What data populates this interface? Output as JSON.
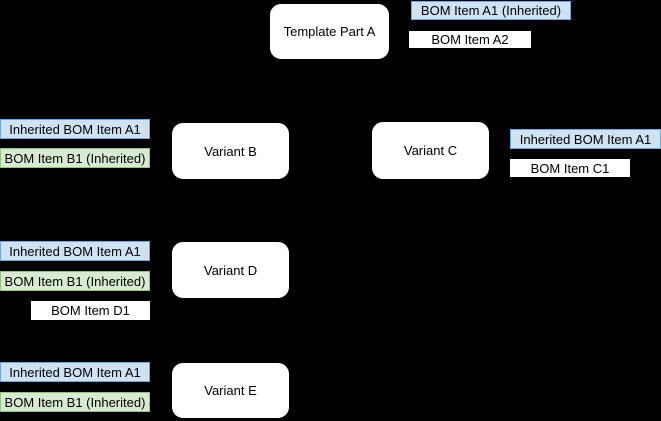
{
  "diagram": {
    "background_color": "#000000",
    "colors": {
      "node_fill": "#ffffff",
      "inherited_chip_fill": "#cfe2f3",
      "inherited_chip_border": "#6fa8dc",
      "local_inherited_chip_fill": "#d9ead3",
      "local_inherited_chip_border": "#93c47d",
      "plain_chip_fill": "#ffffff",
      "text": "#000000"
    },
    "nodes": {
      "template_a": "Template Part A",
      "variant_b": "Variant B",
      "variant_c": "Variant C",
      "variant_d": "Variant D",
      "variant_e": "Variant E"
    },
    "bom": {
      "a1_inherited": "BOM Item A1 (Inherited)",
      "a2": "BOM Item A2",
      "inherited_a1": "Inherited BOM Item A1",
      "b1_inherited": "BOM Item B1 (Inherited)",
      "c1": "BOM Item C1",
      "d1": "BOM Item D1"
    }
  }
}
